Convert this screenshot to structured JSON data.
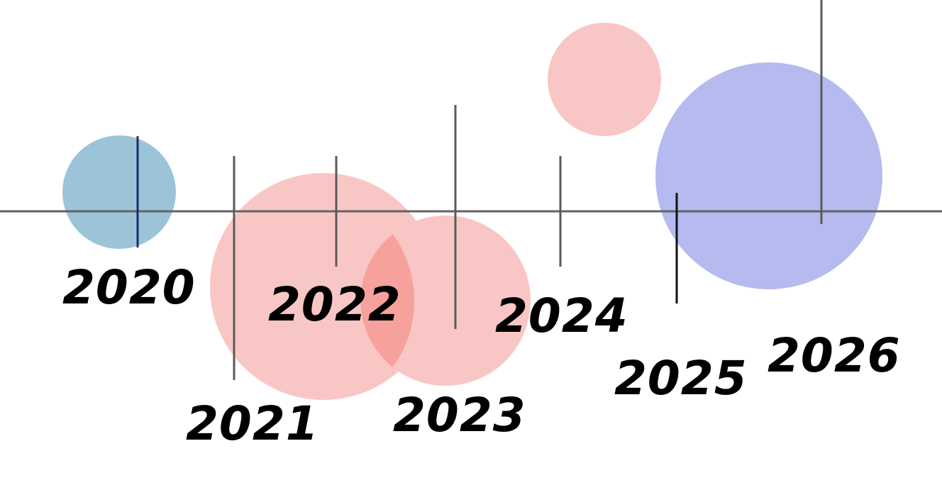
{
  "timeline": {
    "colors": {
      "teal": "#9cc4d8",
      "pink": "#f9c6c6",
      "overlap": "#f7a19d",
      "lavender": "#b5bbee",
      "axis": "#636363",
      "tick": "#5a5a5a",
      "tick_dark": "#1e2a6a",
      "label": "#000000"
    },
    "events": [
      {
        "year": "2020",
        "circle_color": "teal"
      },
      {
        "year": "2021",
        "circle_color": "pink"
      },
      {
        "year": "2022",
        "circle_color": null
      },
      {
        "year": "2023",
        "circle_color": "pink"
      },
      {
        "year": "2024",
        "circle_color": "pink"
      },
      {
        "year": "2025",
        "circle_color": null
      },
      {
        "year": "2026",
        "circle_color": "lavender"
      }
    ]
  }
}
